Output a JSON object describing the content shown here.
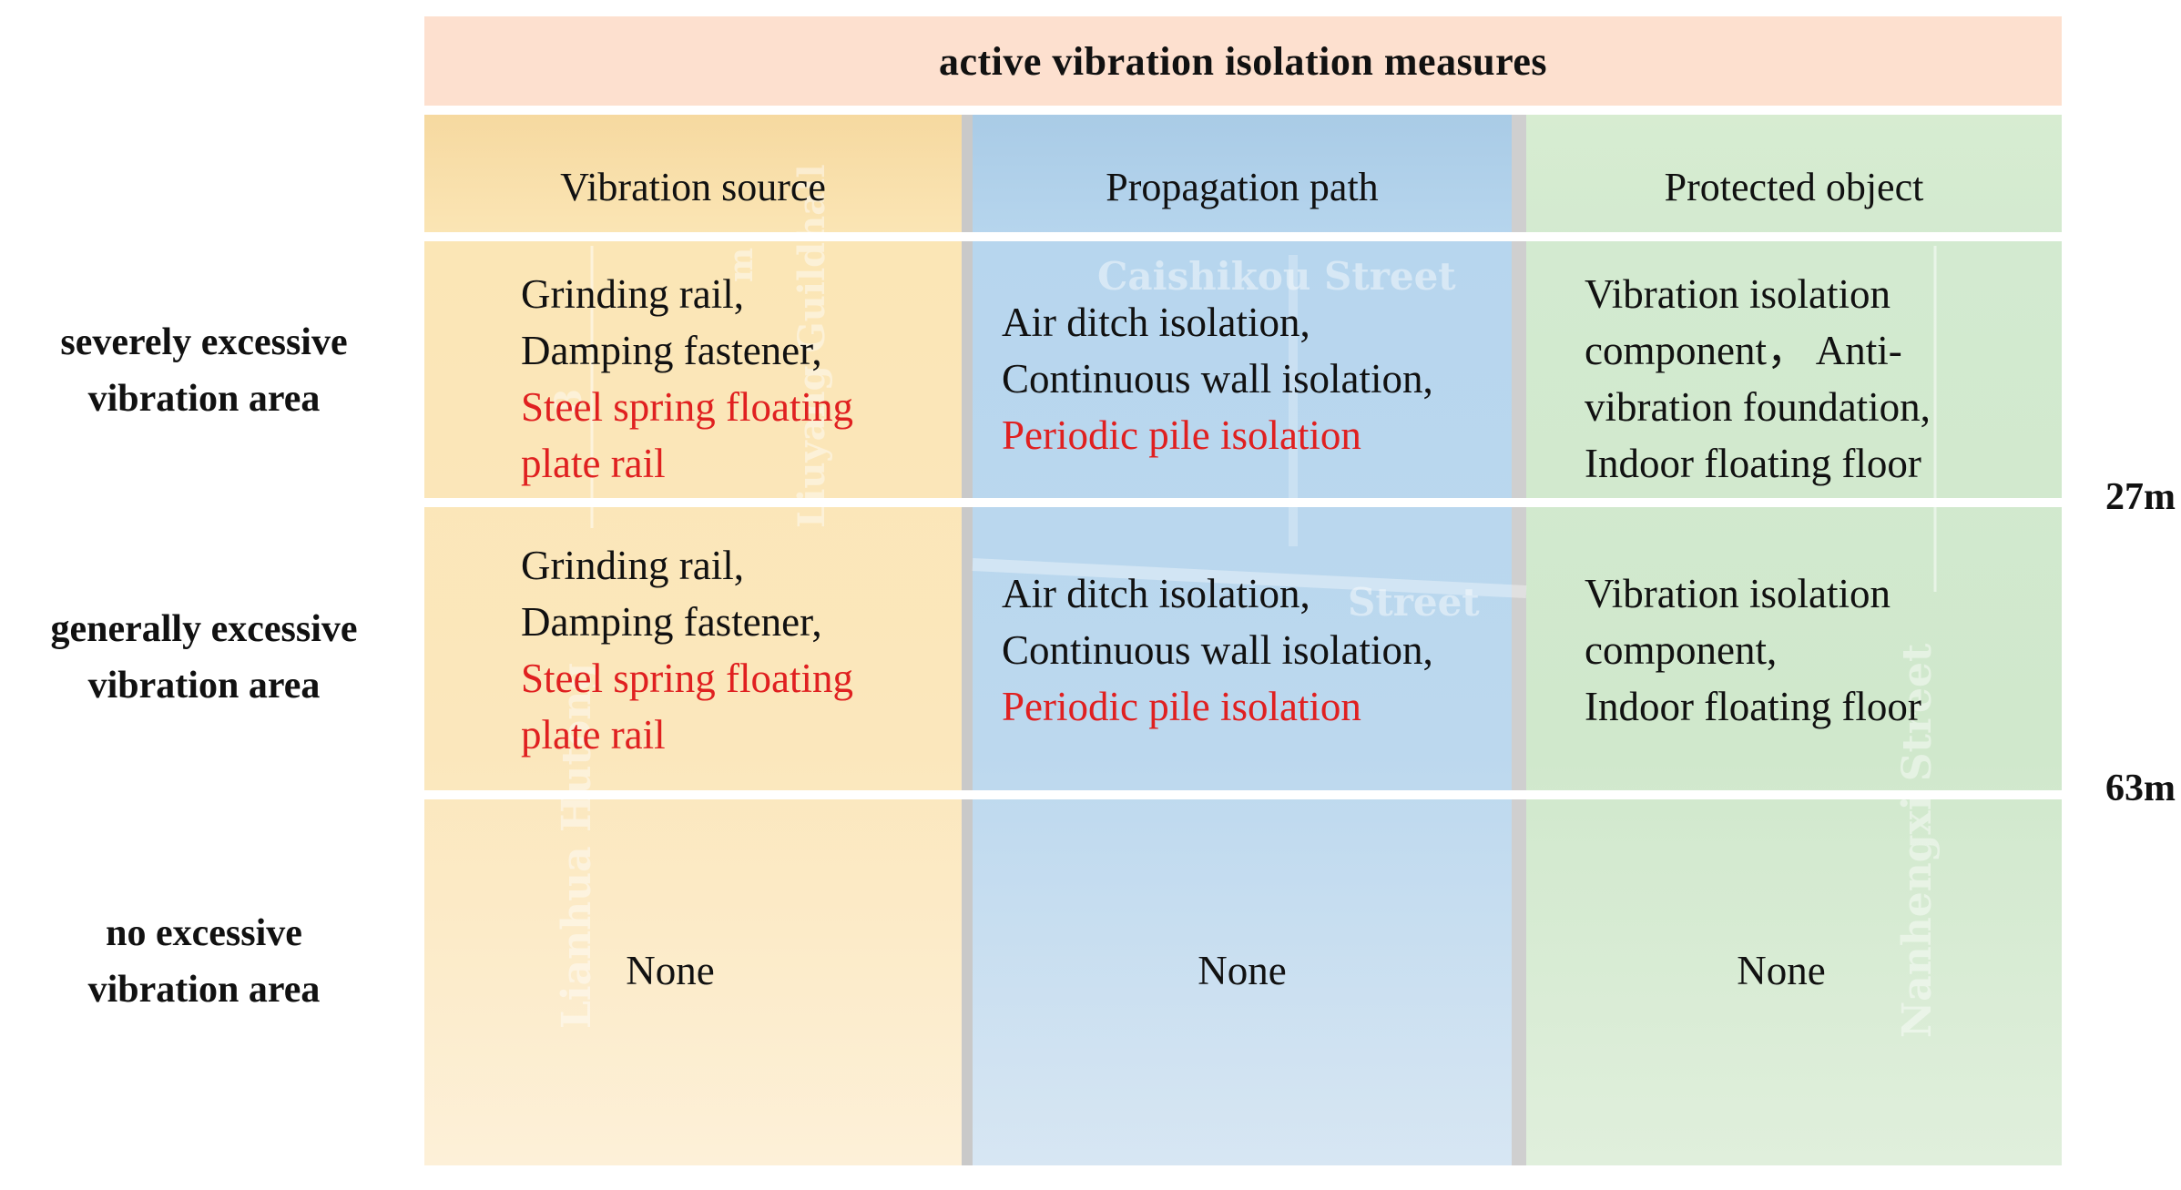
{
  "header": {
    "title": "active vibration isolation measures"
  },
  "columns": [
    {
      "key": "source",
      "label": "Vibration source"
    },
    {
      "key": "path",
      "label": "Propagation path"
    },
    {
      "key": "object",
      "label": "Protected object"
    }
  ],
  "rows": [
    {
      "label": [
        "severely excessive",
        "vibration area"
      ],
      "source": {
        "black": [
          "Grinding rail,",
          "Damping fastener,"
        ],
        "red": [
          "Steel spring floating",
          "plate rail"
        ]
      },
      "path": {
        "black": [
          "Air ditch isolation,",
          "Continuous wall isolation,"
        ],
        "red": [
          "Periodic pile isolation"
        ]
      },
      "object": {
        "black": [
          "Vibration isolation",
          "component， Anti-",
          "vibration foundation,",
          "Indoor floating floor"
        ],
        "red": []
      }
    },
    {
      "label": [
        "generally excessive",
        "vibration area"
      ],
      "source": {
        "black": [
          "Grinding rail,",
          "Damping fastener,"
        ],
        "red": [
          "Steel spring floating",
          "plate rail"
        ]
      },
      "path": {
        "black": [
          "Air ditch isolation,",
          "Continuous wall isolation,"
        ],
        "red": [
          "Periodic pile isolation"
        ]
      },
      "object": {
        "black": [
          "Vibration isolation",
          "component,",
          "Indoor floating floor"
        ],
        "red": []
      }
    },
    {
      "label": [
        "no excessive",
        "vibration area"
      ],
      "source": "None",
      "path": "None",
      "object": "None"
    }
  ],
  "distances": [
    "27m",
    "63m"
  ],
  "map_watermarks": [
    "Caishikou Street",
    "Street",
    "Lianhua Hutong",
    "Liuyang Guildhall",
    "Nanhengxi Street",
    "8",
    "m"
  ],
  "colors": {
    "header_bg": "#fde0cf",
    "source_bg": "#fbe6b6",
    "path_bg": "#b7d6ee",
    "object_bg": "#d3ead0",
    "highlight": "#e02020"
  }
}
